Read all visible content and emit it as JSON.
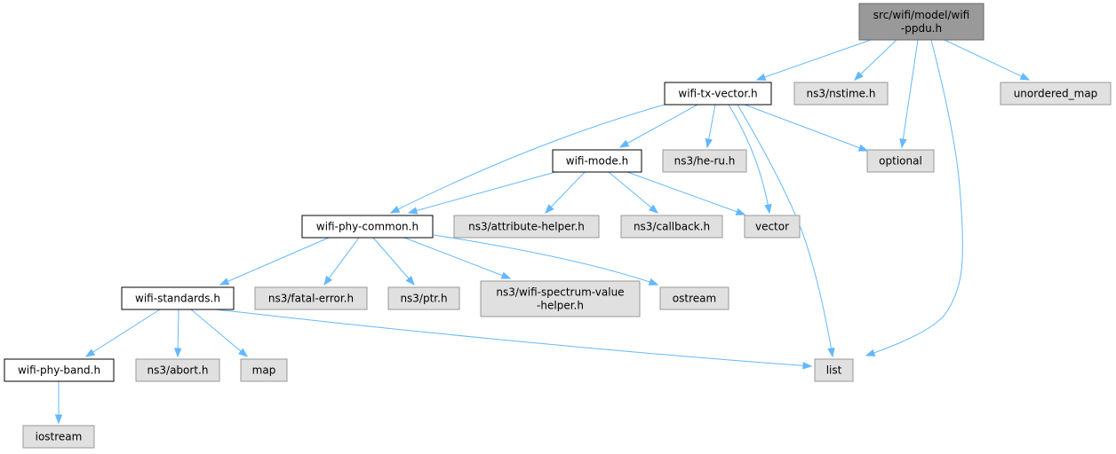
{
  "colors": {
    "edge": "#63b8ff",
    "root_fill": "#999999",
    "root_stroke": "#666666",
    "header_fill": "#ffffff",
    "header_stroke": "#000000",
    "system_fill": "#e0e0e0",
    "system_stroke": "#999999"
  },
  "nodes": {
    "root": [
      "src/wifi/model/wifi",
      "-ppdu.h"
    ],
    "wifi_tx_vector": [
      "wifi-tx-vector.h"
    ],
    "ns3_nstime": [
      "ns3/nstime.h"
    ],
    "unordered_map": [
      "unordered_map"
    ],
    "wifi_mode": [
      "wifi-mode.h"
    ],
    "ns3_he_ru": [
      "ns3/he-ru.h"
    ],
    "optional": [
      "optional"
    ],
    "wifi_phy_common": [
      "wifi-phy-common.h"
    ],
    "ns3_attribute_helper": [
      "ns3/attribute-helper.h"
    ],
    "ns3_callback": [
      "ns3/callback.h"
    ],
    "vector": [
      "vector"
    ],
    "wifi_standards": [
      "wifi-standards.h"
    ],
    "ns3_fatal_error": [
      "ns3/fatal-error.h"
    ],
    "ns3_ptr": [
      "ns3/ptr.h"
    ],
    "ns3_wifi_spectrum": [
      "ns3/wifi-spectrum-value",
      "-helper.h"
    ],
    "ostream": [
      "ostream"
    ],
    "wifi_phy_band": [
      "wifi-phy-band.h"
    ],
    "ns3_abort": [
      "ns3/abort.h"
    ],
    "map": [
      "map"
    ],
    "list": [
      "list"
    ],
    "iostream": [
      "iostream"
    ]
  }
}
